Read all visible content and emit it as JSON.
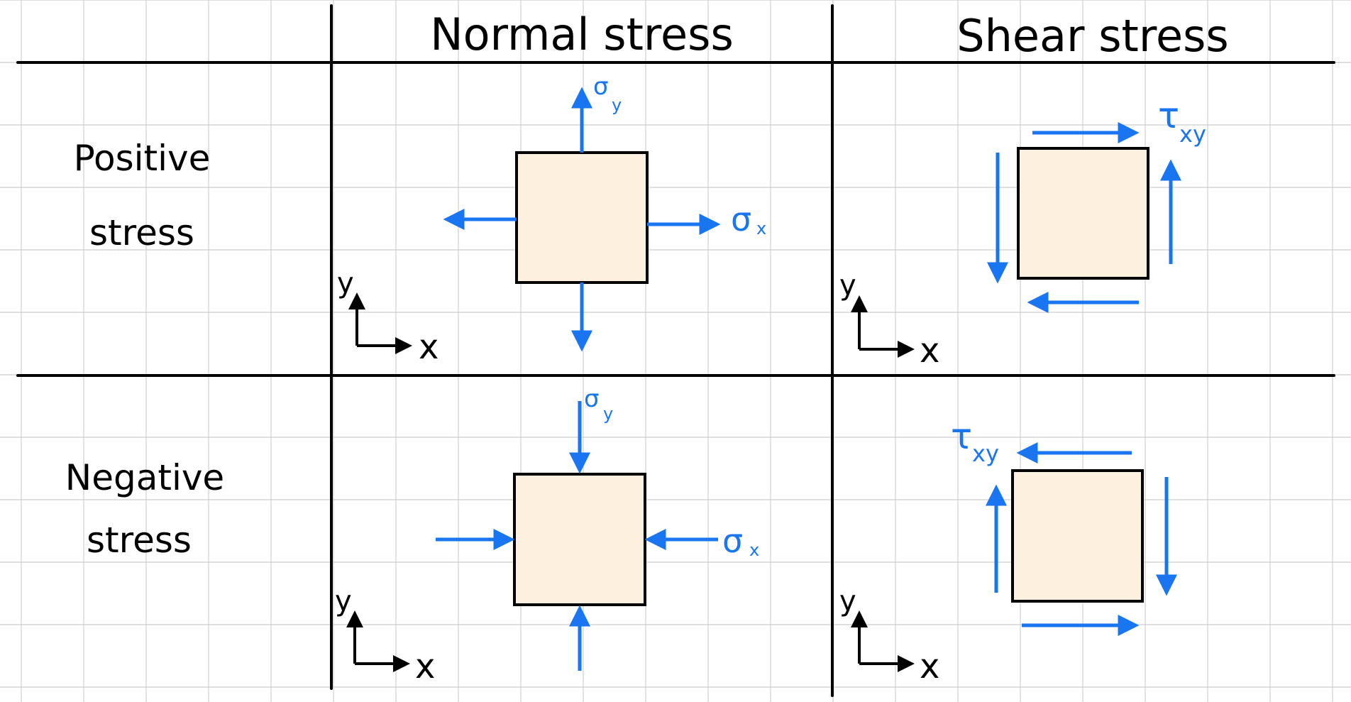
{
  "headers": {
    "normal": "Normal stress",
    "shear": "Shear stress"
  },
  "rows": {
    "positive": [
      "Positive",
      "stress"
    ],
    "negative": [
      "Negative",
      "stress"
    ]
  },
  "axis_labels": {
    "x": "x",
    "y": "y"
  },
  "labels": {
    "sigma_x": "σ",
    "sigma_x_sub": "x",
    "sigma_y": "σ",
    "sigma_y_sub": "y",
    "tau": "τ",
    "tau_sub": "xy"
  },
  "colors": {
    "grid": "#cfcfcf",
    "lines": "#000000",
    "arrow": "#1a75f0",
    "element_fill": "#fdf0df",
    "element_stroke": "#000000"
  }
}
